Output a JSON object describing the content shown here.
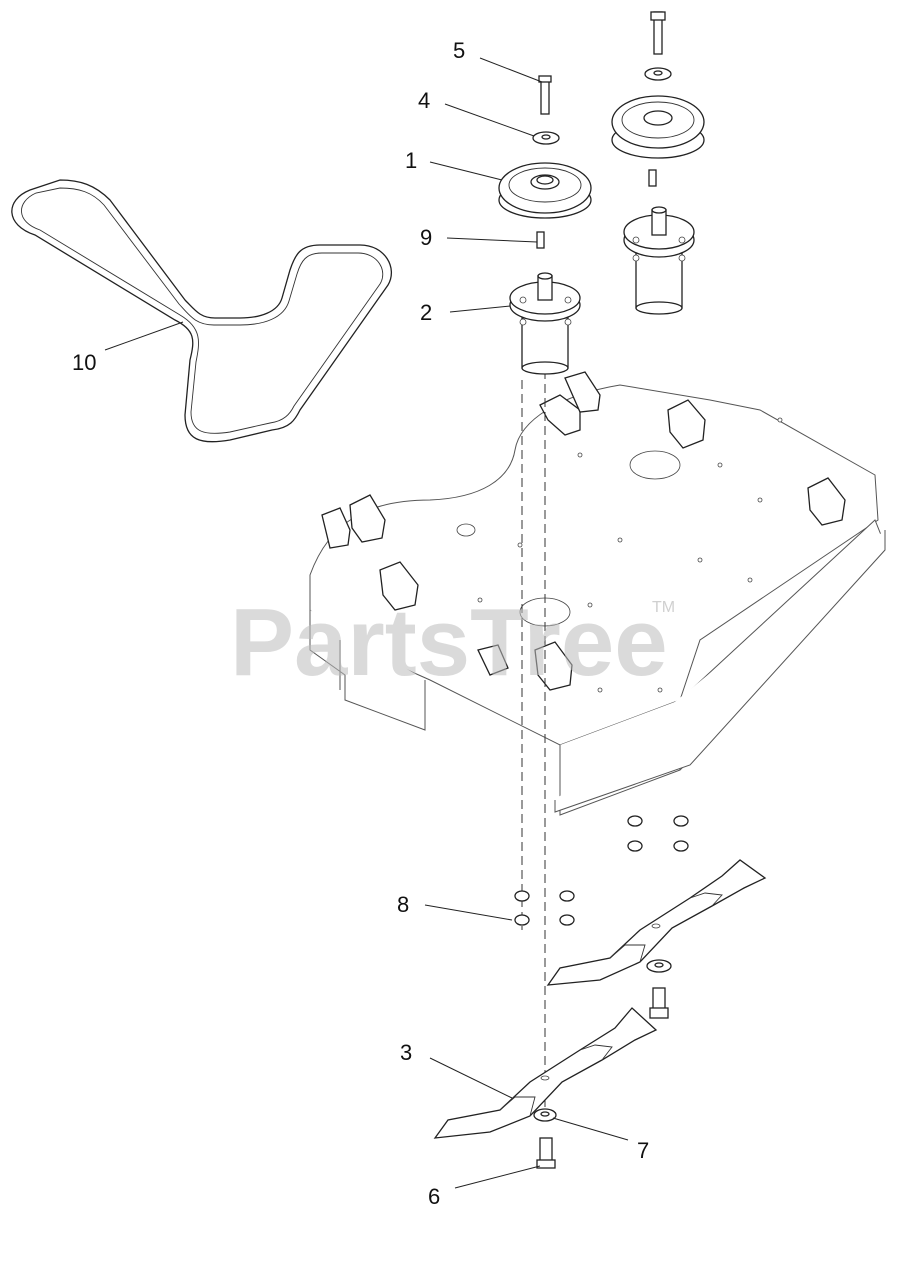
{
  "watermark": {
    "text": "PartsTree",
    "tm": "TM"
  },
  "callouts": [
    {
      "id": "1",
      "label": "1"
    },
    {
      "id": "2",
      "label": "2"
    },
    {
      "id": "3",
      "label": "3"
    },
    {
      "id": "4",
      "label": "4"
    },
    {
      "id": "5",
      "label": "5"
    },
    {
      "id": "6",
      "label": "6"
    },
    {
      "id": "7",
      "label": "7"
    },
    {
      "id": "8",
      "label": "8"
    },
    {
      "id": "9",
      "label": "9"
    },
    {
      "id": "10",
      "label": "10"
    }
  ]
}
